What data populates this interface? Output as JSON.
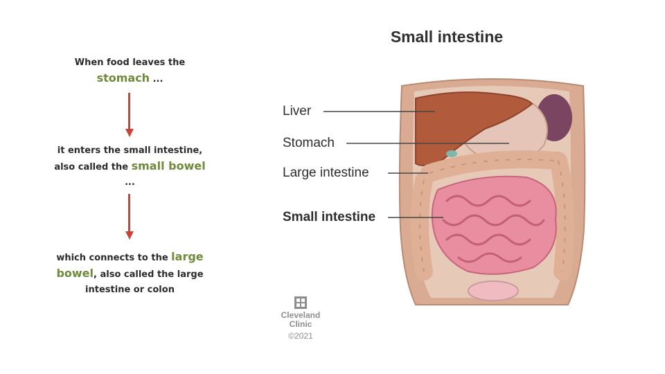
{
  "flow": [
    {
      "before": "When food leaves the",
      "highlight": "stomach",
      "after": " ..."
    },
    {
      "before": "it enters the small intestine, also called the ",
      "highlight": "small bowel",
      "after": "..."
    },
    {
      "before": "which connects to the ",
      "highlight_1": "large",
      "highlight_2": "bowel",
      "after": ", also called the large intestine or colon"
    }
  ],
  "illustration": {
    "title": "Small intestine",
    "labels": [
      "Liver",
      "Stomach",
      "Large intestine",
      "Small intestine"
    ]
  },
  "credit": {
    "organization_line_1": "Cleveland",
    "organization_line_2": "Clinic",
    "copyright": "©2021"
  }
}
